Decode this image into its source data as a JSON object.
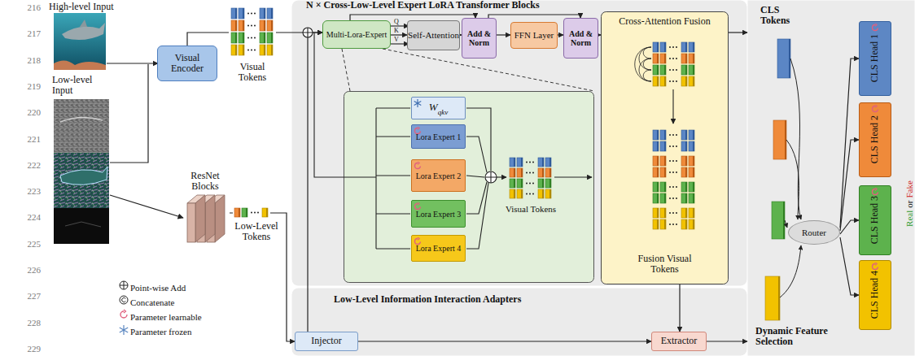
{
  "diagram": {
    "nodes": [
      {
        "text": [
          "Visual Encoder"
        ]
      },
      {
        "text": [
          "ResNet Blocks"
        ]
      },
      {
        "text": [
          "N × Cross-Low-Level Expert LoRA Transformer Blocks"
        ]
      },
      {
        "text": [
          "Multi-Lora-Expert"
        ],
        "in": 2
      },
      {
        "text": [
          "Self-Attention"
        ],
        "in": 2
      },
      {
        "text": [
          "Add & Norm"
        ],
        "in": 2
      },
      {
        "text": [
          "FFN Layer"
        ],
        "in": 2
      },
      {
        "text": [
          "Add & Norm"
        ],
        "in": 2
      },
      {
        "text": [
          "Visual Tokens"
        ],
        "in": 2
      },
      {
        "text": [
          "W",
          "qkv"
        ],
        "in": 8
      },
      {
        "text": [
          "Lora Expert 1"
        ],
        "in": 8
      },
      {
        "text": [
          "Lora Expert 2"
        ],
        "in": 8
      },
      {
        "text": [
          "Lora Expert 3"
        ],
        "in": 8
      },
      {
        "text": [
          "Lora Expert 4"
        ],
        "in": 8
      },
      {
        "text": [
          "Cross-Attention Fusion",
          "Fusion Visual Tokens"
        ],
        "in": 2
      },
      {
        "text": [
          "Low-Level Information Interaction Adapters"
        ]
      },
      {
        "text": [
          "Injector"
        ],
        "in": 15
      },
      {
        "text": [
          "Extractor"
        ],
        "in": 15
      },
      {
        "text": [
          "CLS Tokens"
        ]
      },
      {
        "text": [
          "Router"
        ],
        "in": 18
      },
      {
        "text": [
          "CLS Head 1"
        ],
        "in": 18
      },
      {
        "text": [
          "CLS Head 2"
        ],
        "in": 18
      },
      {
        "text": [
          "CLS Head 3"
        ],
        "in": 18
      },
      {
        "text": [
          "CLS Head 4"
        ],
        "in": 18
      }
    ],
    "edges": [
      {
        "from": 0,
        "to": 3,
        "arrow": "to"
      },
      {
        "from": 3,
        "to": 4,
        "arrow": "to"
      },
      {
        "from": 4,
        "to": 5,
        "arrow": "to"
      },
      {
        "from": 3,
        "to": 5,
        "arrow": "to"
      },
      {
        "from": 5,
        "to": 6,
        "arrow": "to"
      },
      {
        "from": 6,
        "to": 7,
        "arrow": "to"
      },
      {
        "from": 5,
        "to": 7,
        "arrow": "to"
      },
      {
        "from": 7,
        "to": 14,
        "arrow": "to"
      },
      {
        "from": 14,
        "to": 18,
        "arrow": "to"
      },
      {
        "from": 3,
        "to": 8,
        "arrow": "none"
      },
      {
        "from": 1,
        "to": 16,
        "arrow": "to"
      },
      {
        "from": 16,
        "to": 3,
        "arrow": "to"
      },
      {
        "from": 14,
        "to": 17,
        "arrow": "to"
      },
      {
        "from": 16,
        "to": 17,
        "arrow": "to"
      },
      {
        "from": 17,
        "to": 18,
        "arrow": "to"
      },
      {
        "from": 19,
        "to": 20,
        "arrow": "to"
      },
      {
        "from": 19,
        "to": 21,
        "arrow": "to"
      },
      {
        "from": 19,
        "to": 22,
        "arrow": "to"
      },
      {
        "from": 19,
        "to": 23,
        "arrow": "to"
      }
    ],
    "labels": [
      "216",
      "217",
      "218",
      "219",
      "220",
      "221",
      "222",
      "223",
      "224",
      "225",
      "226",
      "227",
      "228",
      "229",
      "High-level Input",
      "Low-level Input",
      "Visual Tokens",
      "Low-Level Tokens",
      "Q",
      "K",
      "V",
      "Dynamic Feature Selection",
      "Real",
      "or",
      "Fake"
    ],
    "legend": [
      {
        "text": "Point-wise Add"
      },
      {
        "text": "Concatenate"
      },
      {
        "text": "Parameter learnable"
      },
      {
        "text": "Parameter frozen"
      }
    ]
  }
}
